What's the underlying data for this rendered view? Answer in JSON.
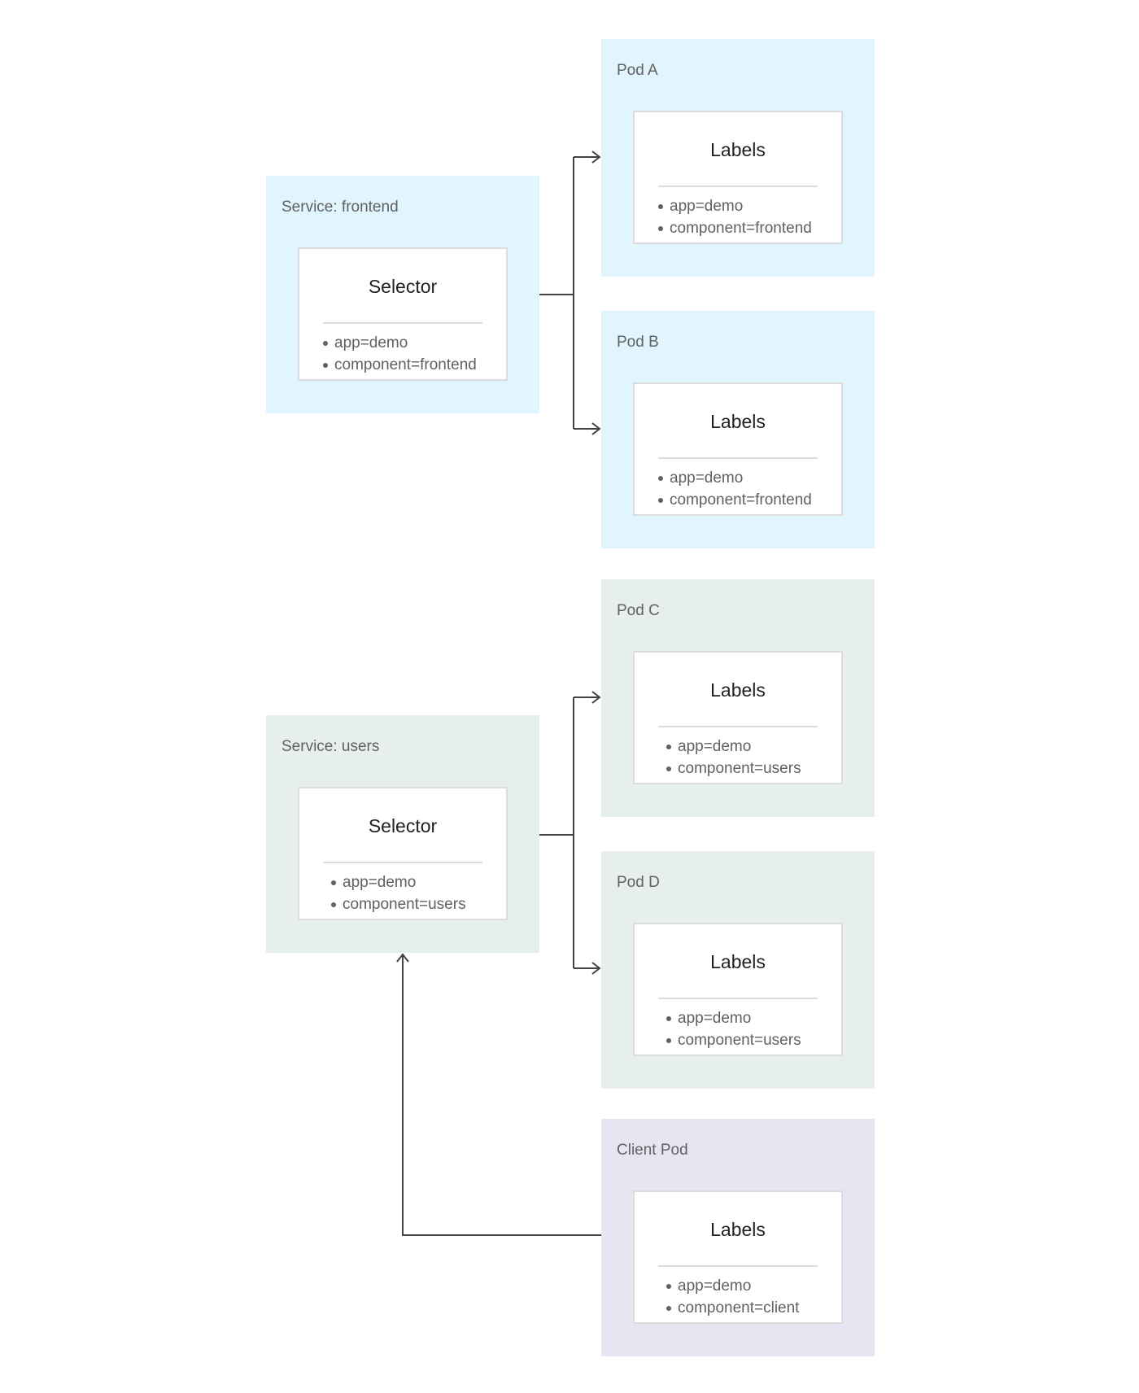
{
  "services": [
    {
      "id": "frontend",
      "title": "Service: frontend",
      "box_title": "Selector",
      "items": [
        "app=demo",
        "component=frontend"
      ],
      "color": "#e0f5fd"
    },
    {
      "id": "users",
      "title": "Service: users",
      "box_title": "Selector",
      "items": [
        "app=demo",
        "component=users"
      ],
      "color": "#e6efea"
    }
  ],
  "pods": [
    {
      "id": "a",
      "title": "Pod A",
      "box_title": "Labels",
      "items": [
        "app=demo",
        "component=frontend"
      ],
      "color": "#e0f5fd"
    },
    {
      "id": "b",
      "title": "Pod B",
      "box_title": "Labels",
      "items": [
        "app=demo",
        "component=frontend"
      ],
      "color": "#e0f5fd"
    },
    {
      "id": "c",
      "title": "Pod C",
      "box_title": "Labels",
      "items": [
        "app=demo",
        "component=users"
      ],
      "color": "#e6efea"
    },
    {
      "id": "d",
      "title": "Pod D",
      "box_title": "Labels",
      "items": [
        "app=demo",
        "component=users"
      ],
      "color": "#e6efea"
    },
    {
      "id": "client",
      "title": "Client Pod",
      "box_title": "Labels",
      "items": [
        "app=demo",
        "component=client"
      ],
      "color": "#e8e5f3"
    }
  ],
  "connections": [
    {
      "from": "Service: frontend",
      "to": "Pod A"
    },
    {
      "from": "Service: frontend",
      "to": "Pod B"
    },
    {
      "from": "Service: users",
      "to": "Pod C"
    },
    {
      "from": "Service: users",
      "to": "Pod D"
    },
    {
      "from": "Client Pod",
      "to": "Service: users"
    }
  ],
  "line_color": "#424242"
}
